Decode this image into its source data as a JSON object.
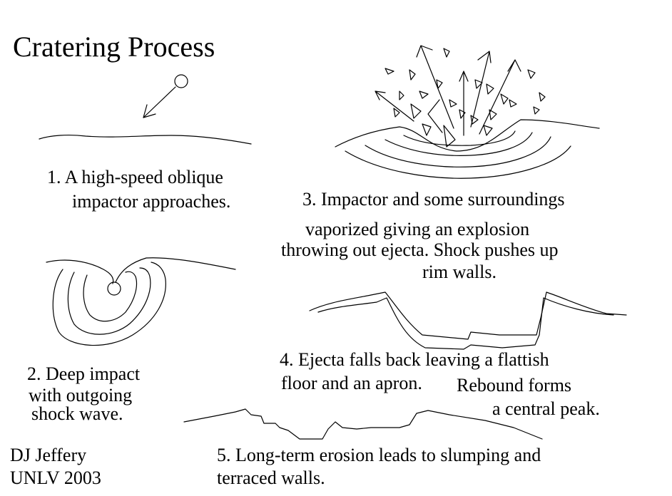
{
  "title": "Cratering Process",
  "steps": {
    "s1": {
      "line1": "1.  A high-speed oblique",
      "line2": "impactor approaches."
    },
    "s2": {
      "line1": "2.  Deep impact",
      "line2": "with outgoing",
      "line3": "shock wave."
    },
    "s3": {
      "line1": "3. Impactor and some surroundings",
      "line2": "vaporized giving an explosion",
      "line3": "throwing out ejecta.  Shock pushes up",
      "line4": "rim walls."
    },
    "s4": {
      "line1": "4. Ejecta falls back leaving a flattish",
      "line2": "floor and an apron.",
      "line3": "Rebound forms",
      "line4": "a central peak."
    },
    "s5": {
      "line1": "5.  Long-term erosion leads to slumping and",
      "line2": "terraced walls."
    }
  },
  "credit": {
    "author": "DJ Jeffery",
    "org": "UNLV 2003"
  },
  "colors": {
    "ink": "#000000",
    "background": "#ffffff"
  }
}
